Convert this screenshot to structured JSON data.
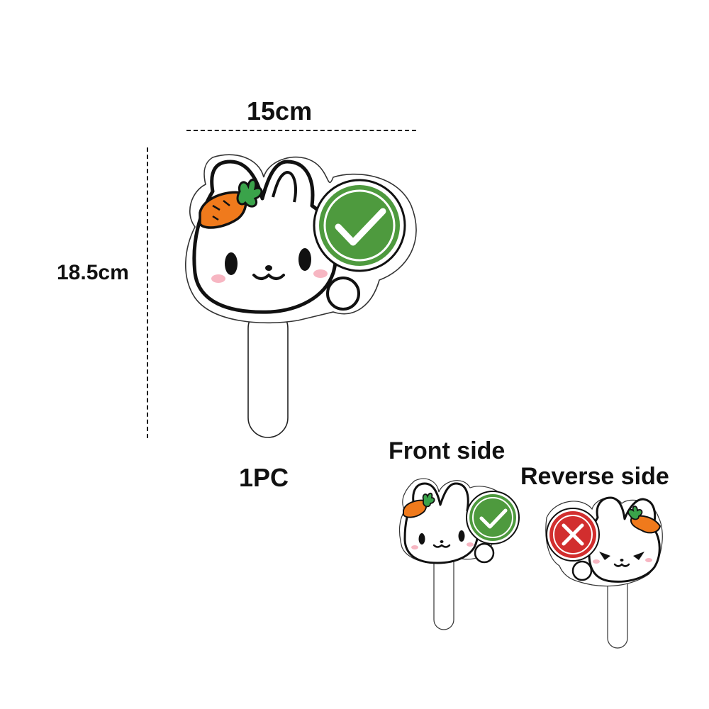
{
  "dimensions": {
    "width_label": "15cm",
    "height_label": "18.5cm"
  },
  "quantity_label": "1PC",
  "sides": {
    "front_label": "Front side",
    "reverse_label": "Reverse side"
  },
  "icons": {
    "front": "check-mark-icon",
    "reverse": "cross-mark-icon",
    "decoration": "carrot-icon"
  },
  "colors": {
    "check_green": "#4e9a3e",
    "cross_red": "#d22e2e",
    "carrot_orange": "#f07a1c",
    "carrot_leaf": "#3aa34a",
    "outline": "#111111",
    "cheek_pink": "#f7b6c2"
  }
}
